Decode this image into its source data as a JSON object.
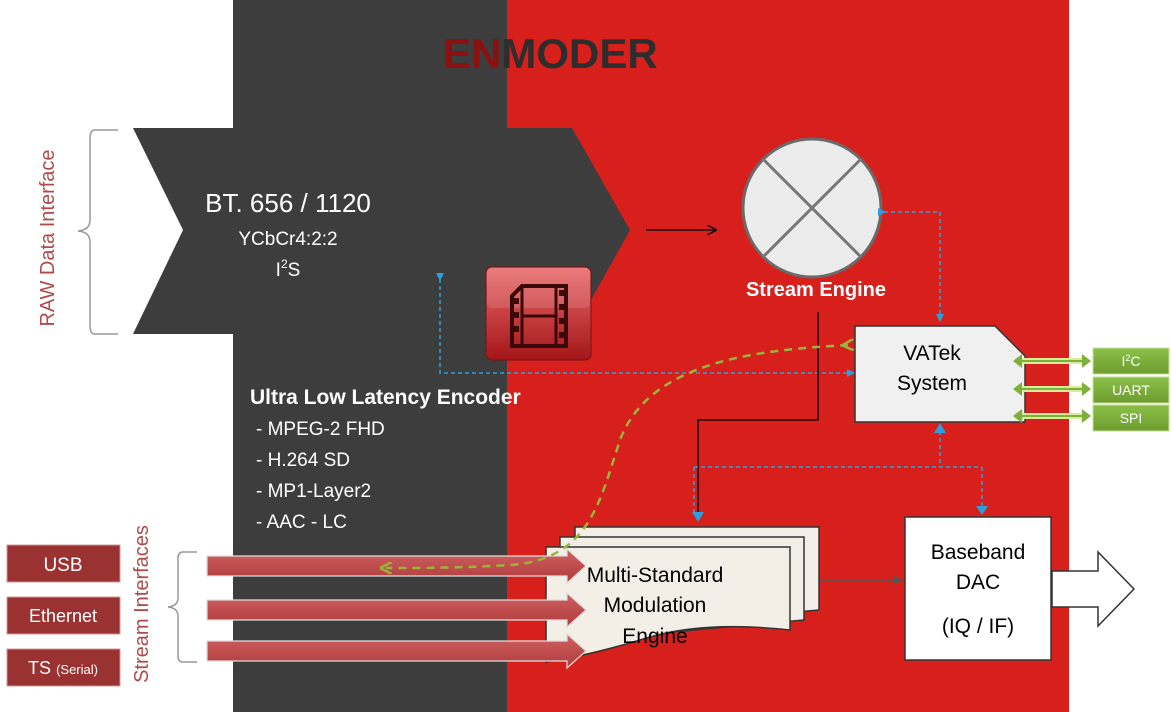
{
  "title": {
    "part1": "EN",
    "part2": "MODER"
  },
  "raw_interface": {
    "label": "RAW Data Interface",
    "line1": "BT. 656 / 1120",
    "line2": "YCbCr4:2:2",
    "line3_base": "I",
    "line3_sup": "2",
    "line3_rest": "S"
  },
  "stream_engine": {
    "label": "Stream Engine"
  },
  "encoder": {
    "title": "Ultra Low Latency Encoder",
    "items": [
      "- MPEG-2 FHD",
      "- H.264 SD",
      "- MP1-Layer2",
      "- AAC - LC"
    ]
  },
  "vatek": {
    "line1": "VATek",
    "line2": "System"
  },
  "buses": [
    {
      "base": "I",
      "sup": "2",
      "rest": "C"
    },
    {
      "base": "UART",
      "sup": "",
      "rest": ""
    },
    {
      "base": "SPI",
      "sup": "",
      "rest": ""
    }
  ],
  "modulation": {
    "line1": "Multi-Standard",
    "line2": "Modulation",
    "line3": "Engine"
  },
  "dac": {
    "line1": "Baseband",
    "line2": "DAC",
    "line3": "(IQ / IF)"
  },
  "stream_interfaces": {
    "label": "Stream Interfaces",
    "usb": "USB",
    "ethernet": "Ethernet",
    "ts": "TS",
    "ts_suffix": "(Serial)"
  },
  "colors": {
    "dark_panel": "#3d3d3d",
    "red_panel": "#d7201c",
    "title_dark_red": "#8b1010",
    "maroon_box": "#9a3232",
    "green_bus": "#7fb03a",
    "blue_arrow": "#2b9fe0",
    "dashed_green": "#9ab43c"
  }
}
